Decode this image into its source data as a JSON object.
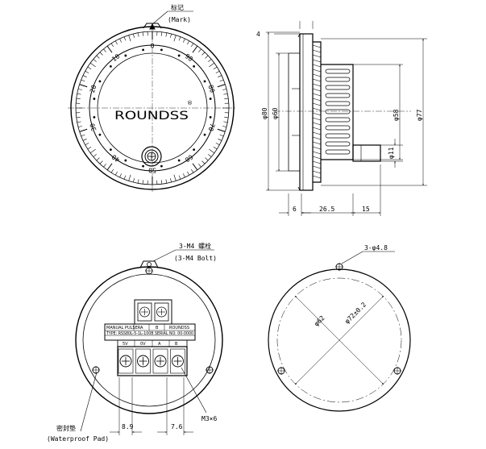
{
  "front_view": {
    "mark_label": "标记",
    "mark_label_en": "(Mark)",
    "brand": "ROUNDSS",
    "registered": "®",
    "dial_numbers": [
      "0",
      "10",
      "20",
      "30",
      "40",
      "50",
      "60",
      "70",
      "80",
      "90"
    ]
  },
  "side_view": {
    "dim_thickness_top": "4",
    "dim_outer_dia": "φ80",
    "dim_flange_dia": "φ60",
    "dim_body_dia": "φ58",
    "dim_max_dia": "φ77",
    "dim_shaft_dia": "φ11",
    "dim_flange_len": "6",
    "dim_body_len": "26.5",
    "dim_shaft_len": "15"
  },
  "rear_view": {
    "bolt_label": "3-M4 螺栓",
    "bolt_label_en": "(3-M4 Bolt)",
    "pad_label": "密封垫",
    "pad_label_en": "(Waterproof Pad)",
    "screw_label": "M3×6",
    "dim_left": "8.9",
    "dim_pitch": "7.6",
    "nameplate_row1": [
      "MANUAL PULSER",
      "A",
      "B",
      "ROUNDSS"
    ],
    "nameplate_row2": "TYPE: RSS80L-5-1L-100B SERIAL NO: 00-0000",
    "terminal_labels": [
      "5V",
      "0V",
      "A",
      "B"
    ]
  },
  "mount_view": {
    "hole_label": "3-φ4.8",
    "dim_inner": "φ62",
    "dim_pcd": "φ72±0.2"
  }
}
